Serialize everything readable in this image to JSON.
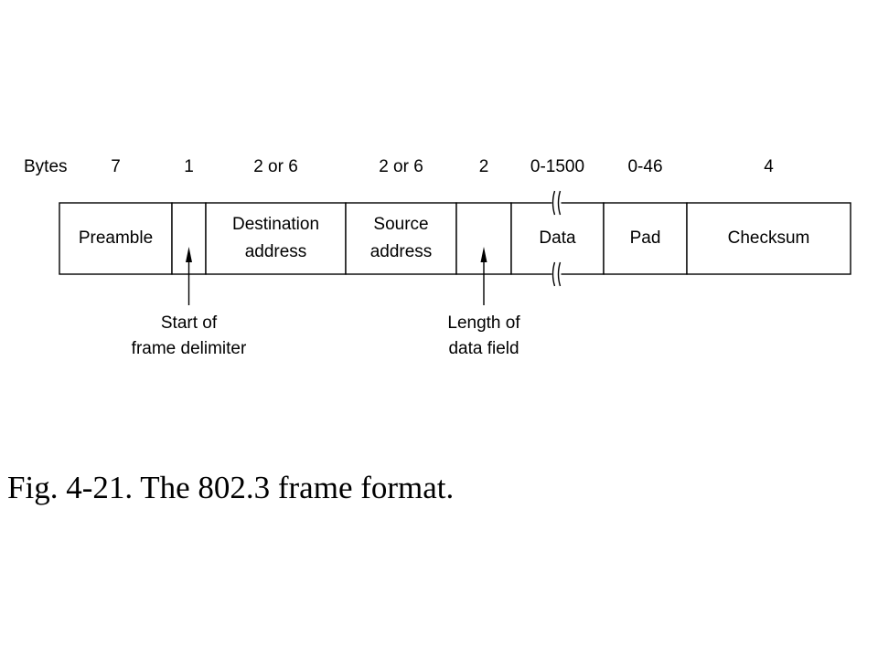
{
  "figure": {
    "bytes_label": "Bytes",
    "fields": [
      {
        "name": "Preamble",
        "lines": [
          "Preamble"
        ],
        "bytes": "7"
      },
      {
        "name": "Start of frame delimiter",
        "lines": [],
        "bytes": "1"
      },
      {
        "name": "Destination address",
        "lines": [
          "Destination",
          "address"
        ],
        "bytes": "2 or 6"
      },
      {
        "name": "Source address",
        "lines": [
          "Source",
          "address"
        ],
        "bytes": "2 or 6"
      },
      {
        "name": "Length of data field",
        "lines": [],
        "bytes": "2"
      },
      {
        "name": "Data",
        "lines": [
          "Data"
        ],
        "bytes": "0-1500"
      },
      {
        "name": "Pad",
        "lines": [
          "Pad"
        ],
        "bytes": "0-46"
      },
      {
        "name": "Checksum",
        "lines": [
          "Checksum"
        ],
        "bytes": "4"
      }
    ],
    "callouts": [
      {
        "field": "Start of frame delimiter",
        "lines": [
          "Start of",
          "frame delimiter"
        ]
      },
      {
        "field": "Length of data field",
        "lines": [
          "Length of",
          "data field"
        ]
      }
    ],
    "caption": "Fig. 4-21. The 802.3 frame format."
  }
}
